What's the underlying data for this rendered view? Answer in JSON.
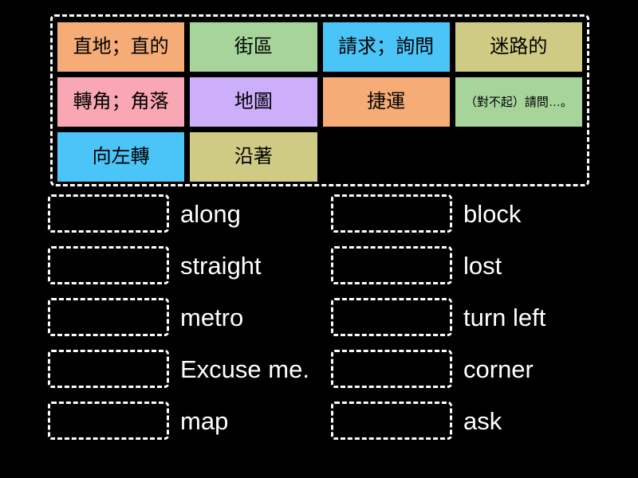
{
  "activity": {
    "type": "match-up-drag-and-drop",
    "background_color": "#000000",
    "text_color": "#ffffff"
  },
  "word_bank": {
    "border_style": "dashed-white",
    "tiles": [
      [
        {
          "text": "直地；直的",
          "color": "#f5ac77",
          "size": "normal"
        },
        {
          "text": "街區",
          "color": "#a6d49a",
          "size": "normal"
        },
        {
          "text": "請求；詢問",
          "color": "#4bc4f7",
          "size": "normal"
        },
        {
          "text": "迷路的",
          "color": "#cfcb84",
          "size": "normal"
        }
      ],
      [
        {
          "text": "轉角；角落",
          "color": "#f9a7b5",
          "size": "normal"
        },
        {
          "text": "地圖",
          "color": "#cdaefb",
          "size": "normal"
        },
        {
          "text": "捷運",
          "color": "#f5ac77",
          "size": "normal"
        },
        {
          "text": "（對不起）請問…。",
          "color": "#a6d49a",
          "size": "small"
        }
      ],
      [
        {
          "text": "向左轉",
          "color": "#4bc4f7",
          "size": "normal"
        },
        {
          "text": "沿著",
          "color": "#cfcb84",
          "size": "normal"
        }
      ]
    ]
  },
  "answer_area": {
    "left_column": [
      {
        "slot_value": "",
        "label": "along"
      },
      {
        "slot_value": "",
        "label": "straight"
      },
      {
        "slot_value": "",
        "label": "metro"
      },
      {
        "slot_value": "",
        "label": "Excuse me."
      },
      {
        "slot_value": "",
        "label": "map"
      }
    ],
    "right_column": [
      {
        "slot_value": "",
        "label": "block"
      },
      {
        "slot_value": "",
        "label": "lost"
      },
      {
        "slot_value": "",
        "label": "turn left"
      },
      {
        "slot_value": "",
        "label": "corner"
      },
      {
        "slot_value": "",
        "label": "ask"
      }
    ]
  }
}
